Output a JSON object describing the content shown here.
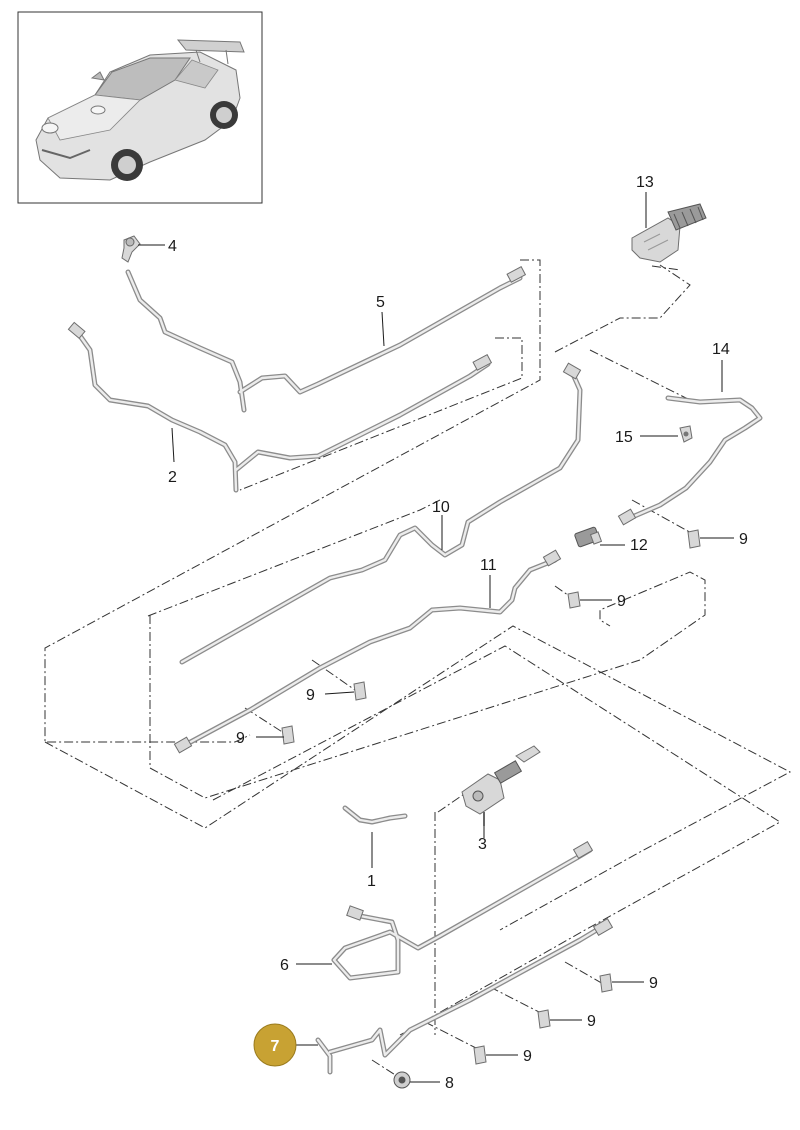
{
  "overview": {
    "icon": "car-overview-icon"
  },
  "highlight_color": "#c8a233",
  "callouts": {
    "p1": "1",
    "p2": "2",
    "p3": "3",
    "p4": "4",
    "p5": "5",
    "p6": "6",
    "p7": "7",
    "p8": "8",
    "p9": "9",
    "p10": "10",
    "p11": "11",
    "p12": "12",
    "p13": "13",
    "p14": "14",
    "p15": "15"
  }
}
